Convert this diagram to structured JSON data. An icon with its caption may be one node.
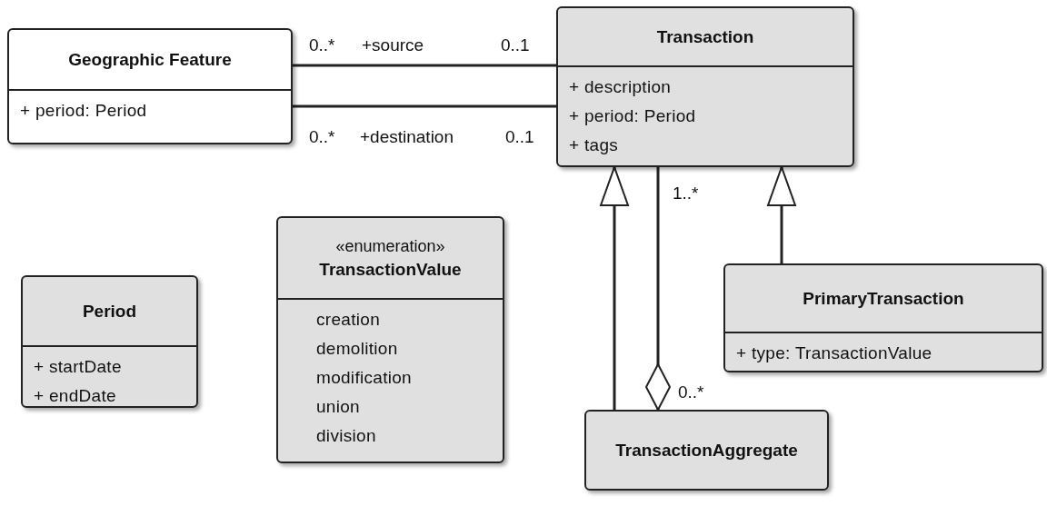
{
  "diagram": {
    "nodes": [
      {
        "text": [
          "Geographic Feature",
          "+ period: Period"
        ]
      },
      {
        "text": [
          "Transaction",
          "+ description",
          "+ period: Period",
          "+ tags"
        ]
      },
      {
        "text": [
          "Period",
          "+ startDate",
          "+ endDate"
        ]
      },
      {
        "text": [
          "«enumeration»",
          "TransactionValue",
          "creation",
          "demolition",
          "modification",
          "union",
          "division"
        ]
      },
      {
        "text": [
          "PrimaryTransaction",
          "+ type: TransactionValue"
        ]
      },
      {
        "text": [
          "TransactionAggregate"
        ]
      }
    ],
    "edges": [
      {
        "from": 0,
        "to": 1,
        "arrow": "none",
        "label": "+source"
      },
      {
        "from": 0,
        "to": 1,
        "arrow": "none",
        "label": "+destination"
      },
      {
        "from": 5,
        "to": 1,
        "arrow": "to"
      },
      {
        "from": 4,
        "to": 1,
        "arrow": "to"
      },
      {
        "from": 1,
        "to": 5,
        "arrow": "other"
      }
    ],
    "labels": [
      "0..*",
      "0..1",
      "0..*",
      "0..1",
      "1..*",
      "0..*"
    ]
  }
}
